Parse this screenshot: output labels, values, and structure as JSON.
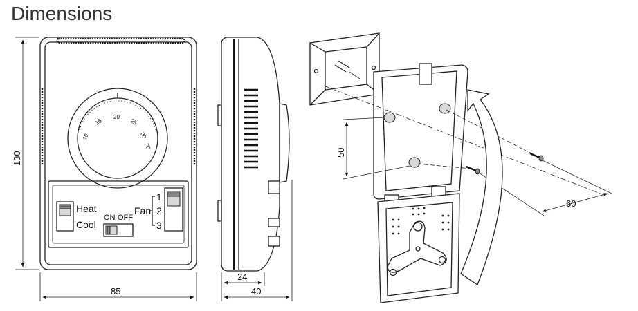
{
  "page": {
    "title": "Dimensions"
  },
  "front_view": {
    "dial_scale": [
      "10",
      "15",
      "20",
      "25",
      "30",
      "°C"
    ],
    "mode_switch": {
      "label_top": "Heat",
      "label_bottom": "Cool"
    },
    "power_switch": {
      "label_on": "ON",
      "label_off": "OFF"
    },
    "fan_switch": {
      "label": "Fan",
      "speeds": [
        "1",
        "2",
        "3"
      ]
    },
    "height_dimension": "130",
    "width_dimension": "85"
  },
  "side_view": {
    "depth_dimension": "24",
    "total_depth_dimension": "40"
  },
  "mounting_view": {
    "hole_vertical_spacing": "50",
    "hole_horizontal_spacing": "60"
  }
}
